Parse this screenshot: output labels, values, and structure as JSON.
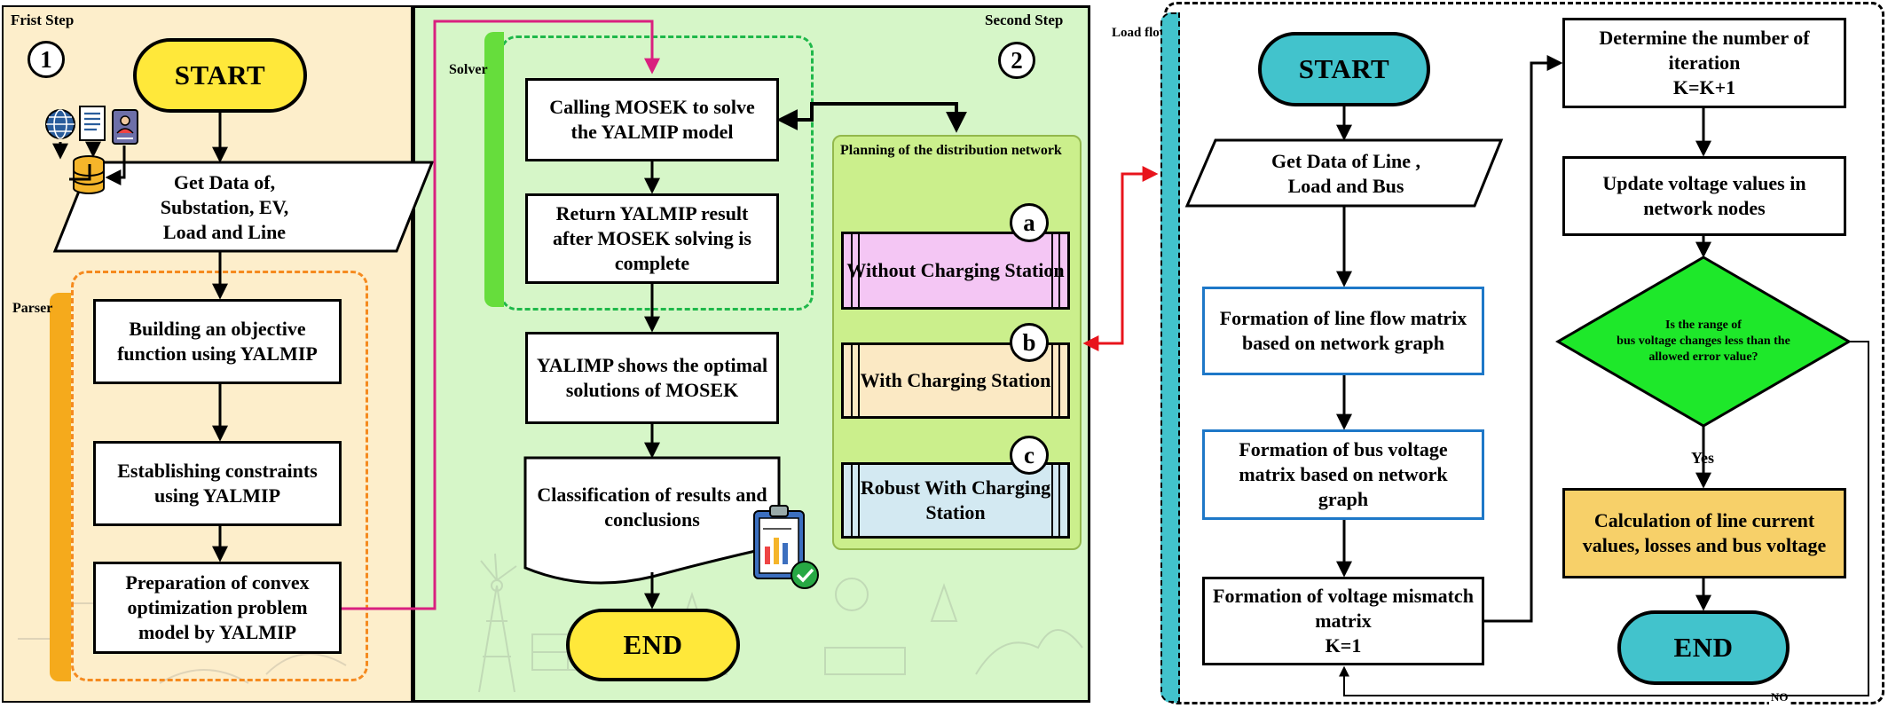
{
  "step1": {
    "label": "Frist Step",
    "number": "1",
    "parser_label": "Parser",
    "start": "START",
    "get_data": "Get Data of,\nSubstation, EV,\nLoad and Line",
    "objective": "Building an objective function using YALMIP",
    "constraints": "Establishing constraints using YALMIP",
    "convex": "Preparation of convex optimization problem model by YALMIP"
  },
  "step2": {
    "label": "Second Step",
    "number": "2",
    "solver_label": "Solver",
    "calling": "Calling MOSEK to solve the YALMIP model",
    "return_result": "Return YALMIP result after MOSEK solving is complete",
    "optimal": "YALIMP shows the optimal solutions of MOSEK",
    "classification": "Classification of results and conclusions",
    "end": "END",
    "planning_title": "Planning of the distribution network",
    "options": [
      {
        "letter": "a",
        "label": "Without Charging Station",
        "color": "#f4c6f4"
      },
      {
        "letter": "b",
        "label": "With Charging Station",
        "color": "#fbe9c4"
      },
      {
        "letter": "c",
        "label": "Robust With Charging Station",
        "color": "#d3e9f2"
      }
    ]
  },
  "loadflow": {
    "label": "Load flow",
    "start": "START",
    "get_data": "Get Data of Line ,\nLoad and Bus",
    "line_flow": "Formation of line flow matrix based on network graph",
    "bus_voltage": "Formation of bus voltage matrix based on network graph",
    "mismatch": "Formation of voltage mismatch matrix\nK=1",
    "iteration": "Determine the number of iteration\nK=K+1",
    "update": "Update voltage values in network nodes",
    "decision": "Is the range of\nbus voltage changes less than the\nallowed error value?",
    "yes": "Yes",
    "no": "NO",
    "calculation": "Calculation of line current values, losses and bus voltage",
    "end": "END"
  },
  "colors": {
    "step1_bg": "#fdeecb",
    "step2_bg": "#d6f6c8",
    "start_yellow": "#ffe83a",
    "start_teal": "#42c3cc",
    "parser_dash": "#f58a1f",
    "parser_strip": "#f5aa1c",
    "solver_dash": "#1fb84a",
    "solver_strip": "#66dd3c",
    "planning_bg": "#cbef8c",
    "decision_green": "#1ee82a",
    "calc_box": "#f7d069",
    "magenta_line": "#d9207f",
    "red_arrow": "#e8141c",
    "blue_border": "#1e78c8"
  },
  "icons": [
    "database-icon",
    "globe-icon",
    "document-icon",
    "id-card-icon",
    "clipboard-chart-icon",
    "check-badge-icon"
  ]
}
